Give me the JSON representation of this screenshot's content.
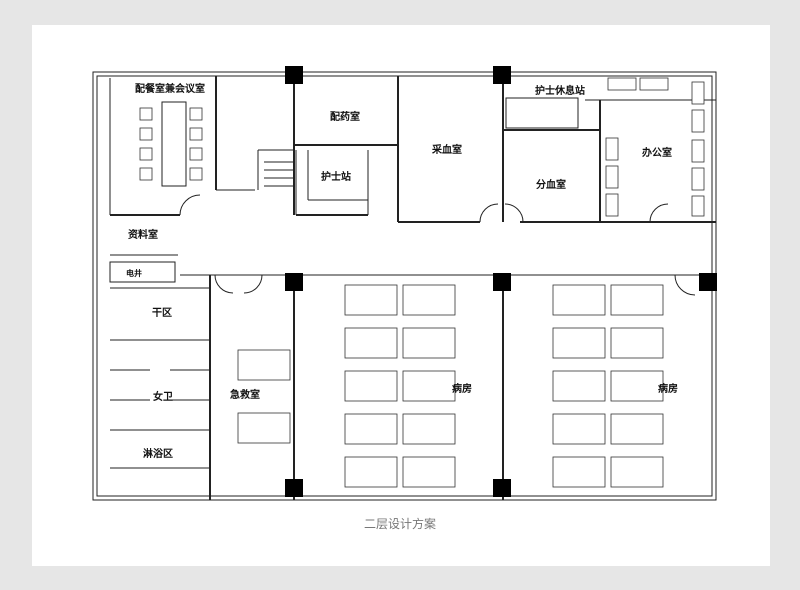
{
  "plan": {
    "rooms": {
      "dining_meeting": "配餐室兼会议室",
      "pharmacy": "配药室",
      "nurse_rest": "护士休息站",
      "nurse_station": "护士站",
      "blood_collection": "采血室",
      "office": "办公室",
      "blood_separation": "分血室",
      "archive": "资料室",
      "electrical_shaft": "电井",
      "dry_area": "干区",
      "womens_restroom": "女卫",
      "shower_area": "淋浴区",
      "emergency": "急救室",
      "ward_1": "病房",
      "ward_2": "病房"
    }
  },
  "caption": "二层设计方案"
}
